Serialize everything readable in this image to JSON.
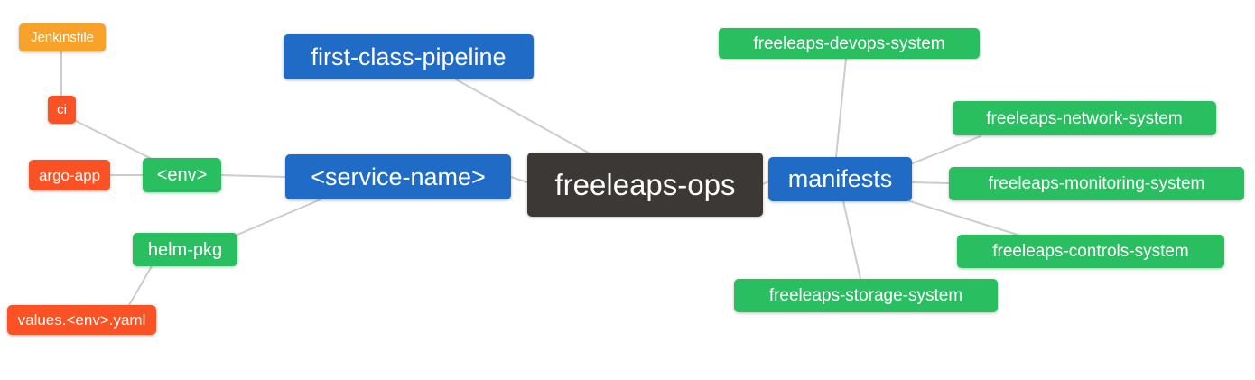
{
  "diagram": {
    "type": "mindmap",
    "root_label": "freeleaps-ops"
  },
  "palette": {
    "center_dark": "#3b3835",
    "branch_blue": "#1f6bc5",
    "leaf_green": "#29bf60",
    "leaf_red_orange": "#fa5224",
    "leaf_amber": "#f7a229",
    "edge_gray": "#cccccc",
    "text_white": "#ffffff",
    "background": "#ffffff"
  },
  "nodes": {
    "freeleaps_ops": {
      "label": "freeleaps-ops",
      "color": "#3b3835"
    },
    "first_class_pipeline": {
      "label": "first-class-pipeline",
      "color": "#1f6bc5"
    },
    "service_name": {
      "label": "<service-name>",
      "color": "#1f6bc5"
    },
    "manifests": {
      "label": "manifests",
      "color": "#1f6bc5"
    },
    "env": {
      "label": "<env>",
      "color": "#29bf60"
    },
    "helm_pkg": {
      "label": "helm-pkg",
      "color": "#29bf60"
    },
    "ci": {
      "label": "ci",
      "color": "#fa5224"
    },
    "argo_app": {
      "label": "argo-app",
      "color": "#fa5224"
    },
    "values_env_yaml": {
      "label": "values.<env>.yaml",
      "color": "#fa5224"
    },
    "jenkinsfile": {
      "label": "Jenkinsfile",
      "color": "#f7a229"
    },
    "devops_system": {
      "label": "freeleaps-devops-system",
      "color": "#29bf60"
    },
    "network_system": {
      "label": "freeleaps-network-system",
      "color": "#29bf60"
    },
    "monitoring_system": {
      "label": "freeleaps-monitoring-system",
      "color": "#29bf60"
    },
    "controls_system": {
      "label": "freeleaps-controls-system",
      "color": "#29bf60"
    },
    "storage_system": {
      "label": "freeleaps-storage-system",
      "color": "#29bf60"
    }
  },
  "edges": [
    [
      "jenkinsfile",
      "ci"
    ],
    [
      "ci",
      "env"
    ],
    [
      "argo_app",
      "env"
    ],
    [
      "env",
      "service_name"
    ],
    [
      "helm_pkg",
      "service_name"
    ],
    [
      "values_env_yaml",
      "helm_pkg"
    ],
    [
      "first_class_pipeline",
      "freeleaps_ops"
    ],
    [
      "service_name",
      "freeleaps_ops"
    ],
    [
      "freeleaps_ops",
      "manifests"
    ],
    [
      "manifests",
      "devops_system"
    ],
    [
      "manifests",
      "network_system"
    ],
    [
      "manifests",
      "monitoring_system"
    ],
    [
      "manifests",
      "controls_system"
    ],
    [
      "manifests",
      "storage_system"
    ]
  ]
}
